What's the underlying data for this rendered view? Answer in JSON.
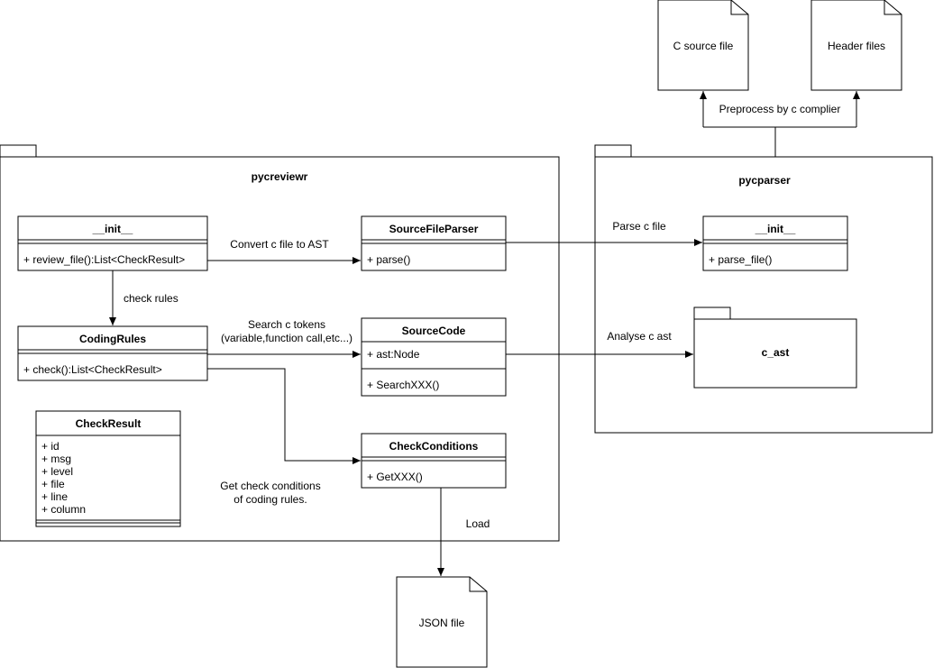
{
  "files": {
    "c_source": "C source file",
    "headers": "Header files",
    "json": "JSON file"
  },
  "packages": {
    "pycreviewr": "pycreviewr",
    "pycparser": "pycparser",
    "c_ast": "c_ast"
  },
  "classes": {
    "init_left": {
      "name": "__init__",
      "members": [
        "+ review_file():List<CheckResult>"
      ]
    },
    "source_file_parser": {
      "name": "SourceFileParser",
      "members": [
        "+ parse()"
      ]
    },
    "coding_rules": {
      "name": "CodingRules",
      "members": [
        "+ check():List<CheckResult>"
      ]
    },
    "source_code": {
      "name": "SourceCode",
      "attributes": [
        "+ ast:Node"
      ],
      "members": [
        "+ SearchXXX()"
      ]
    },
    "check_result": {
      "name": "CheckResult",
      "attributes": [
        "+ id",
        "+ msg",
        "+ level",
        "+ file",
        "+ line",
        "+ column"
      ]
    },
    "check_conditions": {
      "name": "CheckConditions",
      "members": [
        "+ GetXXX()"
      ]
    },
    "init_right": {
      "name": "__init__",
      "members": [
        "+ parse_file()"
      ]
    }
  },
  "edge_labels": {
    "preprocess": "Preprocess by c complier",
    "convert": "Convert  c file to AST",
    "check_rules": "check rules",
    "search_line1": "Search c tokens",
    "search_line2": "(variable,function call,etc...)",
    "parse_c_file": "Parse c file",
    "analyse": "Analyse c ast",
    "get_conditions_line1": "Get check conditions",
    "get_conditions_line2": "of coding rules.",
    "load": "Load"
  }
}
